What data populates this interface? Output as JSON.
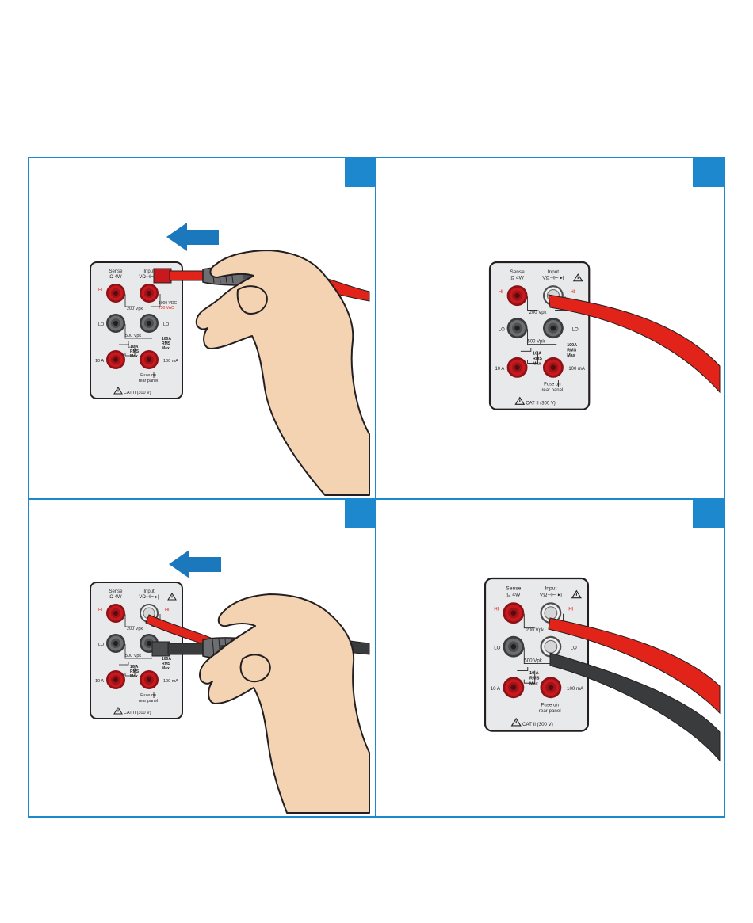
{
  "colors": {
    "frame_blue": "#1e88cf",
    "corner_tab_blue": "#1e88cf",
    "arrow_blue": "#1b78bd",
    "panel_fill": "#e8e9ea",
    "jack_red": "#c8191f",
    "jack_gray": "#6d6e71",
    "lead_red": "#e2231a",
    "lead_black": "#3a3b3d",
    "probe_gray": "#6d6e71",
    "skin": "#f4d3b3",
    "label_red": "#e2231a"
  },
  "panel_labels": {
    "sense": "Sense",
    "sense_sub": "Ω 4W",
    "input": "Input",
    "input_sub": "VΩ⊣⊢ ▸|",
    "hi": "HI",
    "lo": "LO",
    "v200": "200 Vpk",
    "v500": "500 Vpk",
    "a10_top": "10 A",
    "a10_mid": "RMS",
    "a10_bot": "Max",
    "a100_top": "100A",
    "a100_mid": "RMS",
    "a100_bot": "Max",
    "a10": "10 A",
    "ma100": "100 mA",
    "fuse1": "Fuse on",
    "fuse2": "rear panel",
    "cat": "CAT II (300 V)",
    "vdc": "1000 VDC",
    "vac": "750 VAC"
  },
  "icons": [
    "warning-triangle-icon",
    "ground-symbol-icon",
    "left-arrow-icon",
    "corner-tab-icon"
  ],
  "steps": [
    {
      "action": "insert-red-lead",
      "lead_color": "red"
    },
    {
      "action": "red-lead-connected",
      "lead_color": "red"
    },
    {
      "action": "insert-black-lead",
      "lead_color": "black"
    },
    {
      "action": "both-leads-connected",
      "lead_color": "red+black"
    }
  ]
}
